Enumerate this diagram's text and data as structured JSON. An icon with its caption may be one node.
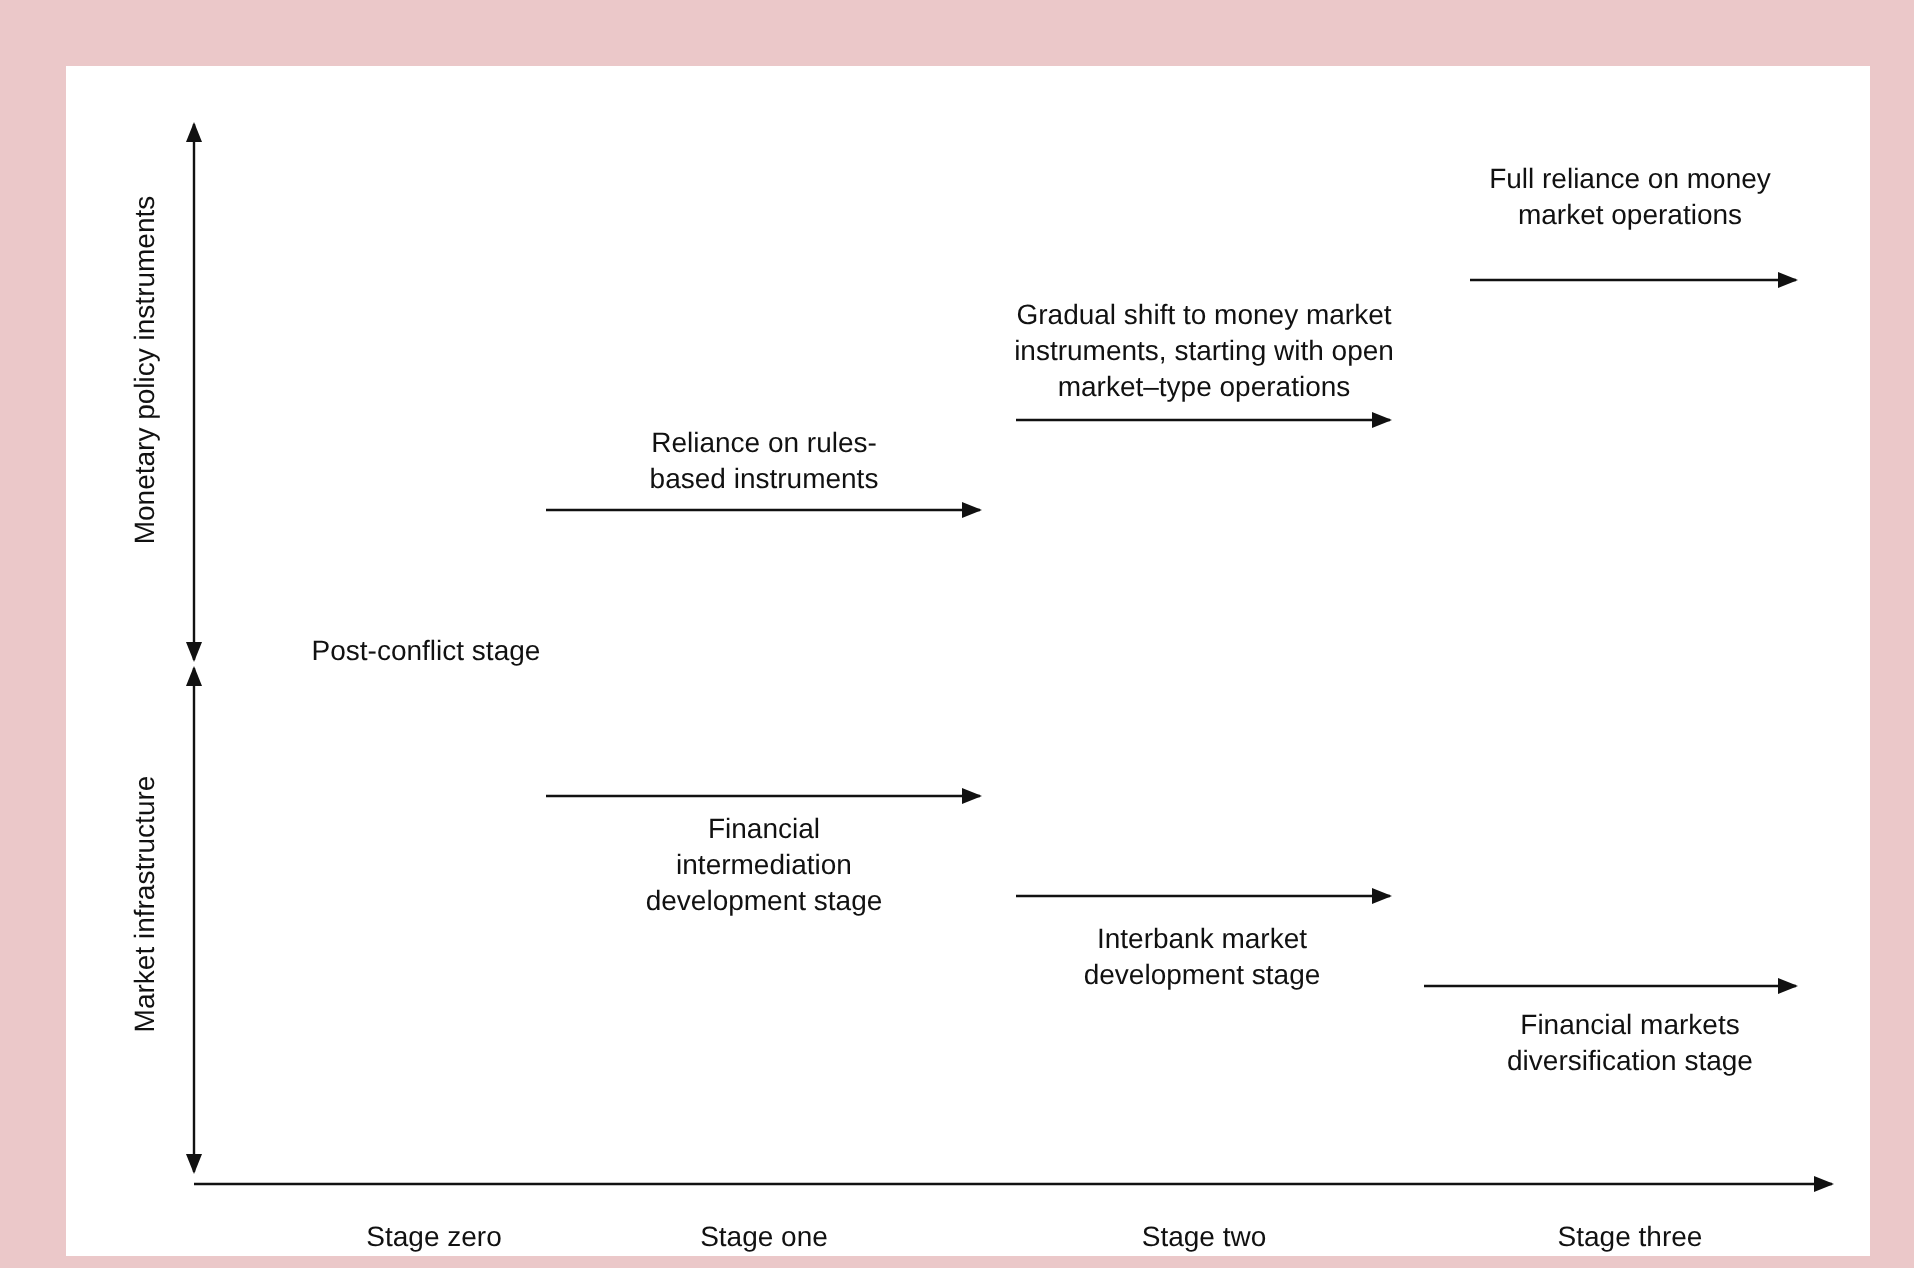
{
  "diagram": {
    "labels": [
      "Monetary policy instruments",
      "Market infrastructure",
      "Post-conflict stage",
      "Reliance on rules-based instruments",
      "Gradual shift to money market instruments, starting with open market–type operations",
      "Full reliance on money market operations",
      "Financial intermediation development stage",
      "Interbank market development stage",
      "Financial markets diversification stage",
      "Stage zero",
      "Stage one",
      "Stage two",
      "Stage three"
    ]
  }
}
